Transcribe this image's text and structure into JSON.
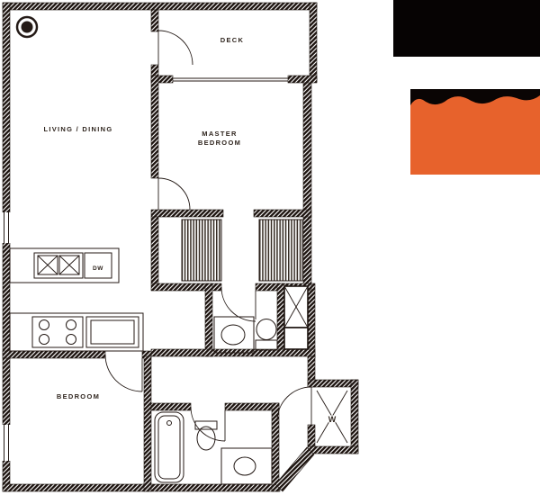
{
  "page": {
    "background": "#ffffff"
  },
  "floorplan": {
    "labels": {
      "living_dining": "LIVING / DINING",
      "deck": "DECK",
      "master_line1": "MASTER",
      "master_line2": "BEDROOM",
      "bedroom": "BEDROOM",
      "dishwasher": "DW",
      "washer": "W"
    },
    "colors": {
      "wall": "#1d1410",
      "line": "#241a16",
      "label": "#30261f"
    }
  },
  "branding": {
    "banner_color": "#060303",
    "logo_orange": "#E7622C",
    "brush_color": "#0a0504"
  }
}
